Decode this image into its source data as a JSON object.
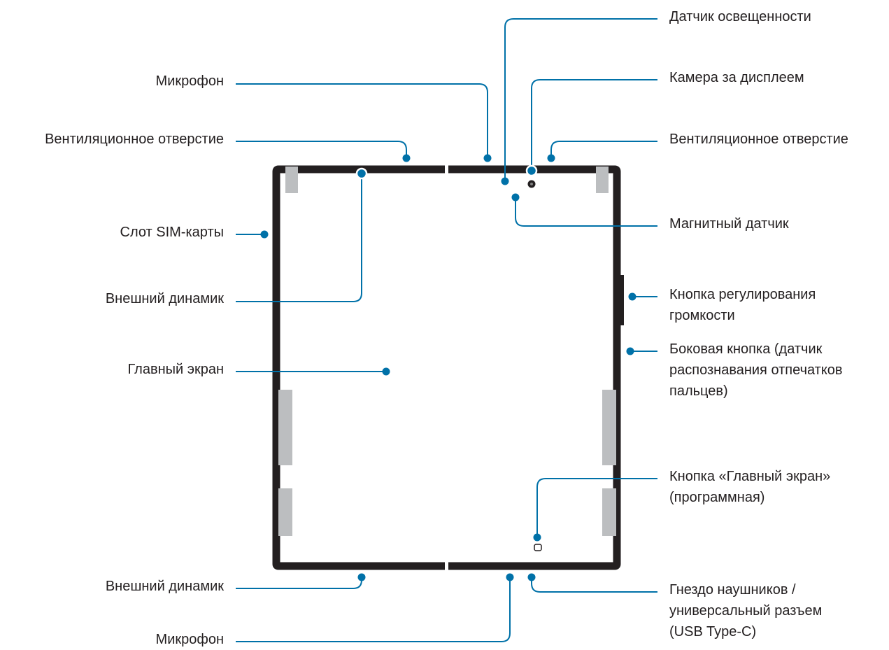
{
  "labels": {
    "left": {
      "mic_top": "Микрофон",
      "vent_left": "Вентиляционное отверстие",
      "sim": "Слот SIM-карты",
      "speaker_top": "Внешний динамик",
      "main_screen": "Главный экран",
      "speaker_bottom": "Внешний динамик",
      "mic_bottom": "Микрофон"
    },
    "right": {
      "light_sensor": "Датчик освещенности",
      "camera": "Камера за дисплеем",
      "vent_right": "Вентиляционное отверстие",
      "magnet": "Магнитный датчик",
      "volume_1": "Кнопка регулирования",
      "volume_2": "громкости",
      "side_1": "Боковая кнопка (датчик",
      "side_2": "распознавания отпечатков",
      "side_3": "пальцев)",
      "home_1": "Кнопка «Главный экран»",
      "home_2": "(программная)",
      "jack_1": "Гнездо наушников /",
      "jack_2": "универсальный разъем",
      "jack_3": "(USB Type-C)"
    }
  },
  "colors": {
    "callout": "#0071a8",
    "frame": "#231f20",
    "hinge": "#bcbec0"
  }
}
